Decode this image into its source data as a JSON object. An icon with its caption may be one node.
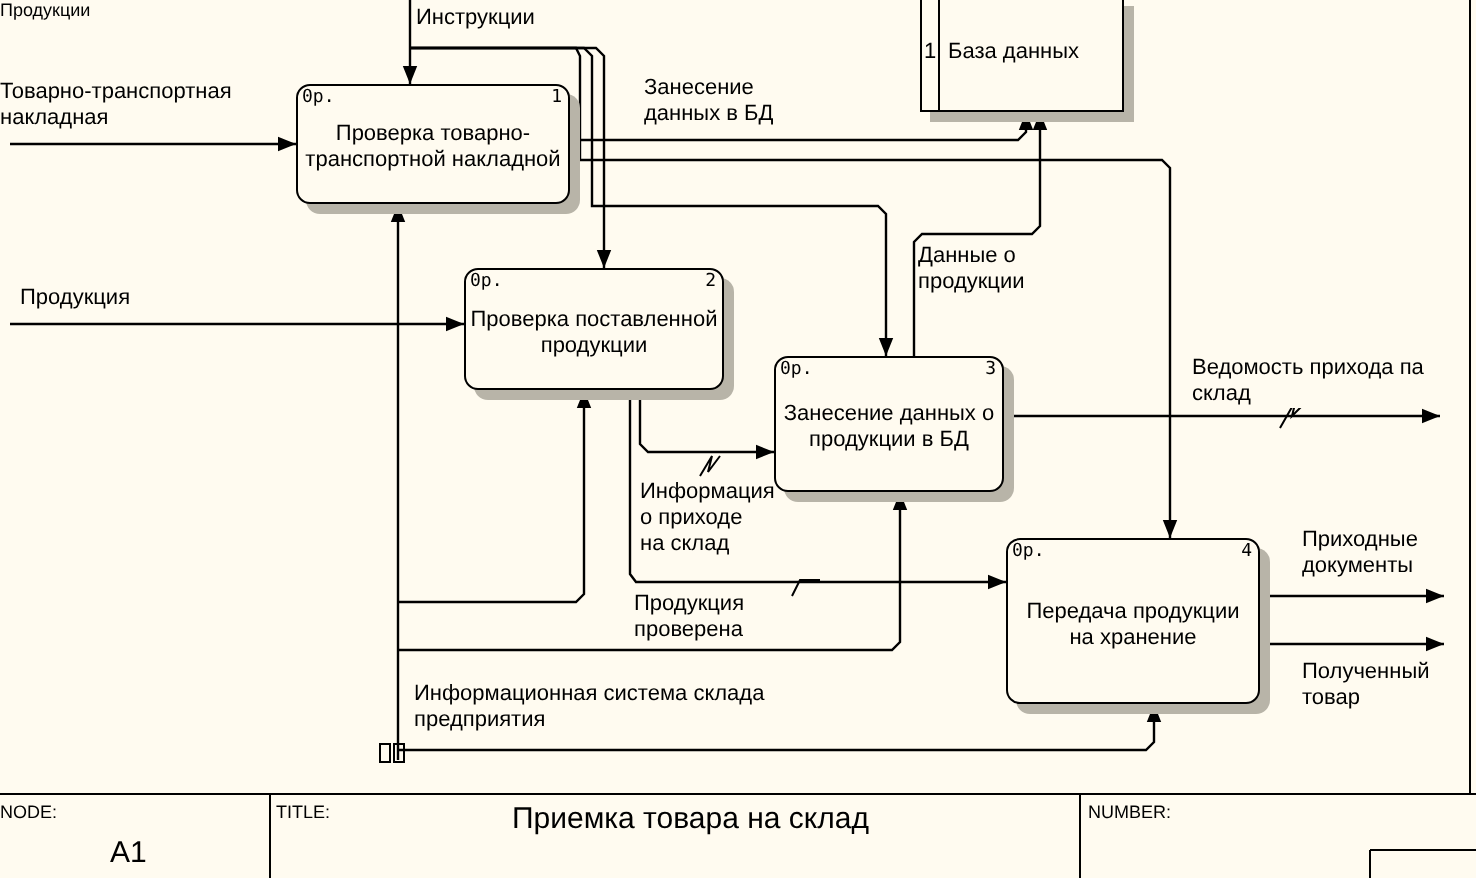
{
  "diagram": {
    "title": "Приемка товара на склад",
    "nodes": [
      {
        "text": [
          "0р.",
          "1",
          "Проверка товарно-транспортной накладной"
        ]
      },
      {
        "text": [
          "0р.",
          "2",
          "Проверка поставленной продукции"
        ]
      },
      {
        "text": [
          "0р.",
          "3",
          "Занесение данных о продукции в БД"
        ]
      },
      {
        "text": [
          "0р.",
          "4",
          "Передача продукции на хранение"
        ]
      },
      {
        "text": [
          "1",
          "База данных"
        ]
      }
    ],
    "edges": [
      {
        "from": null,
        "to": 0,
        "arrow": "to",
        "label": "Инструкции"
      },
      {
        "from": null,
        "to": 1,
        "arrow": "to"
      },
      {
        "from": null,
        "to": 2,
        "arrow": "to"
      },
      {
        "from": null,
        "to": 3,
        "arrow": "to"
      },
      {
        "from": null,
        "to": 0,
        "arrow": "to",
        "label": "Товарно-транспортная накладная"
      },
      {
        "from": 0,
        "to": 4,
        "arrow": "to",
        "label": "Занесение данных в БД"
      },
      {
        "from": null,
        "to": 1,
        "arrow": "to",
        "label": "Продукция"
      },
      {
        "from": 2,
        "to": 4,
        "arrow": "to",
        "label": "Данные о продукции"
      },
      {
        "from": 2,
        "to": null,
        "arrow": "to",
        "label": "Ведомость прихода па склад"
      },
      {
        "from": 1,
        "to": 2,
        "arrow": "to",
        "label": "Информация о приходе на склад"
      },
      {
        "from": 1,
        "to": 3,
        "arrow": "to",
        "label": "Продукция проверена"
      },
      {
        "from": 3,
        "to": null,
        "arrow": "to",
        "label": "Приходные документы"
      },
      {
        "from": 3,
        "to": null,
        "arrow": "to",
        "label": "Полученный товар"
      },
      {
        "from": null,
        "to": 0,
        "arrow": "to",
        "label": "Информационная система склада предприятия"
      },
      {
        "from": null,
        "to": 1,
        "arrow": "to"
      },
      {
        "from": null,
        "to": 2,
        "arrow": "to"
      },
      {
        "from": null,
        "to": 3,
        "arrow": "to"
      }
    ],
    "labels": [
      "Продукции",
      "NODE:",
      "A1",
      "TITLE:",
      "NUMBER:"
    ]
  }
}
